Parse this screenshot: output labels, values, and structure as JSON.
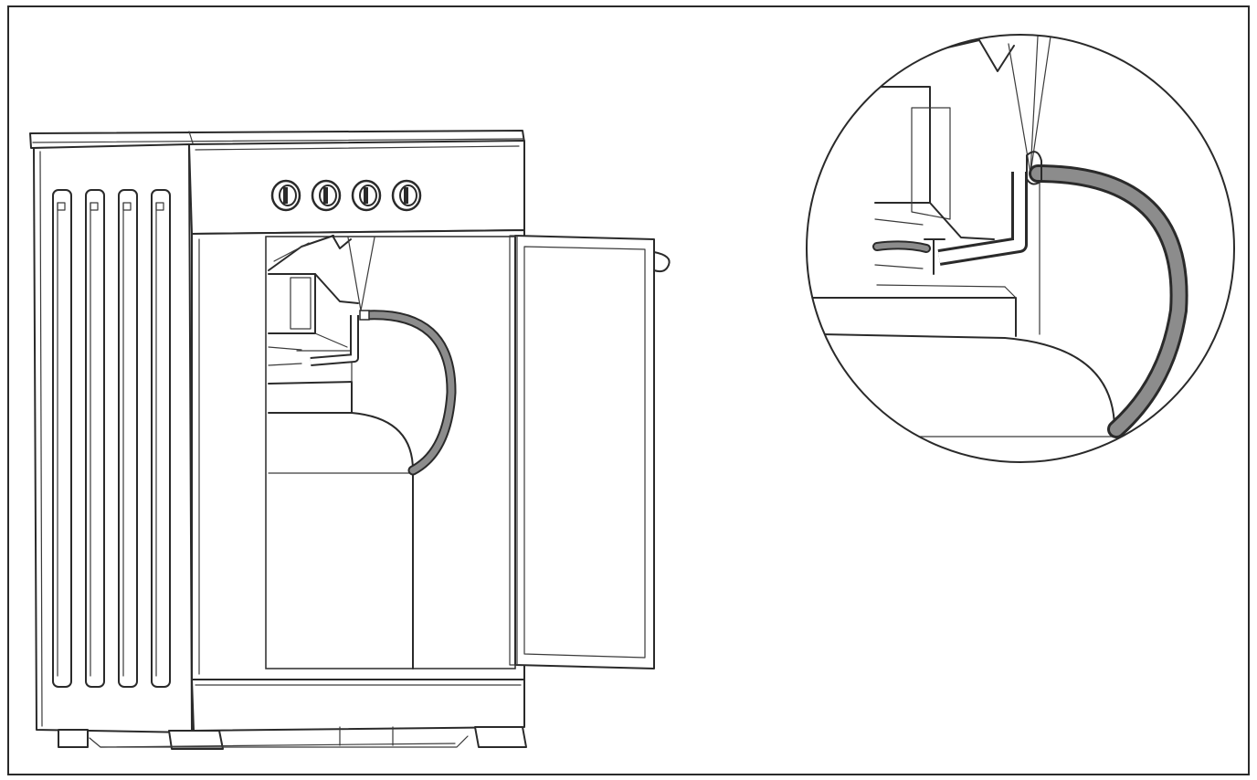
{
  "figure": {
    "subject": "gas-cooker-cabinet-with-cylinder",
    "detail": "hose-connection-magnified"
  },
  "colors": {
    "line": "#2a2a2a",
    "hose": "#8c8c8c",
    "background": "#ffffff"
  },
  "icons": {
    "knobs": [
      "control-knob-icon",
      "control-knob-icon",
      "control-knob-icon",
      "control-knob-icon"
    ],
    "side_vents": [
      "vent-slot",
      "vent-slot",
      "vent-slot",
      "vent-slot"
    ]
  }
}
